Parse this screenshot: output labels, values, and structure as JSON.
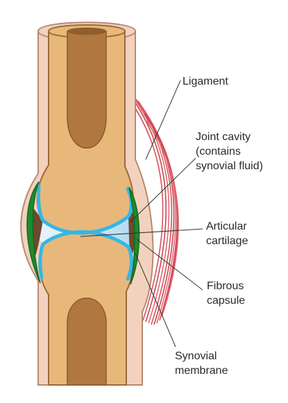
{
  "labels": {
    "ligament": [
      "Ligament"
    ],
    "joint_cavity": [
      "Joint cavity",
      "(contains",
      "synovial fluid)"
    ],
    "articular_cartilage": [
      "Articular",
      "cartilage"
    ],
    "fibrous_capsule": [
      "Fibrous",
      "capsule"
    ],
    "synovial_membrane": [
      "Synovial",
      "membrane"
    ]
  },
  "colors": {
    "bone": "#e8b87a",
    "bone_outline": "#9a6a3a",
    "marrow_cavity": "#b07840",
    "capsule": "#f2d2bf",
    "capsule_outline": "#b88a70",
    "synovial_membrane": "#1e8a2c",
    "cartilage": "#35b6e6",
    "synovial_fluid": "#cfe8f6",
    "ligament": "#d8505a",
    "leader_line": "#333333"
  }
}
